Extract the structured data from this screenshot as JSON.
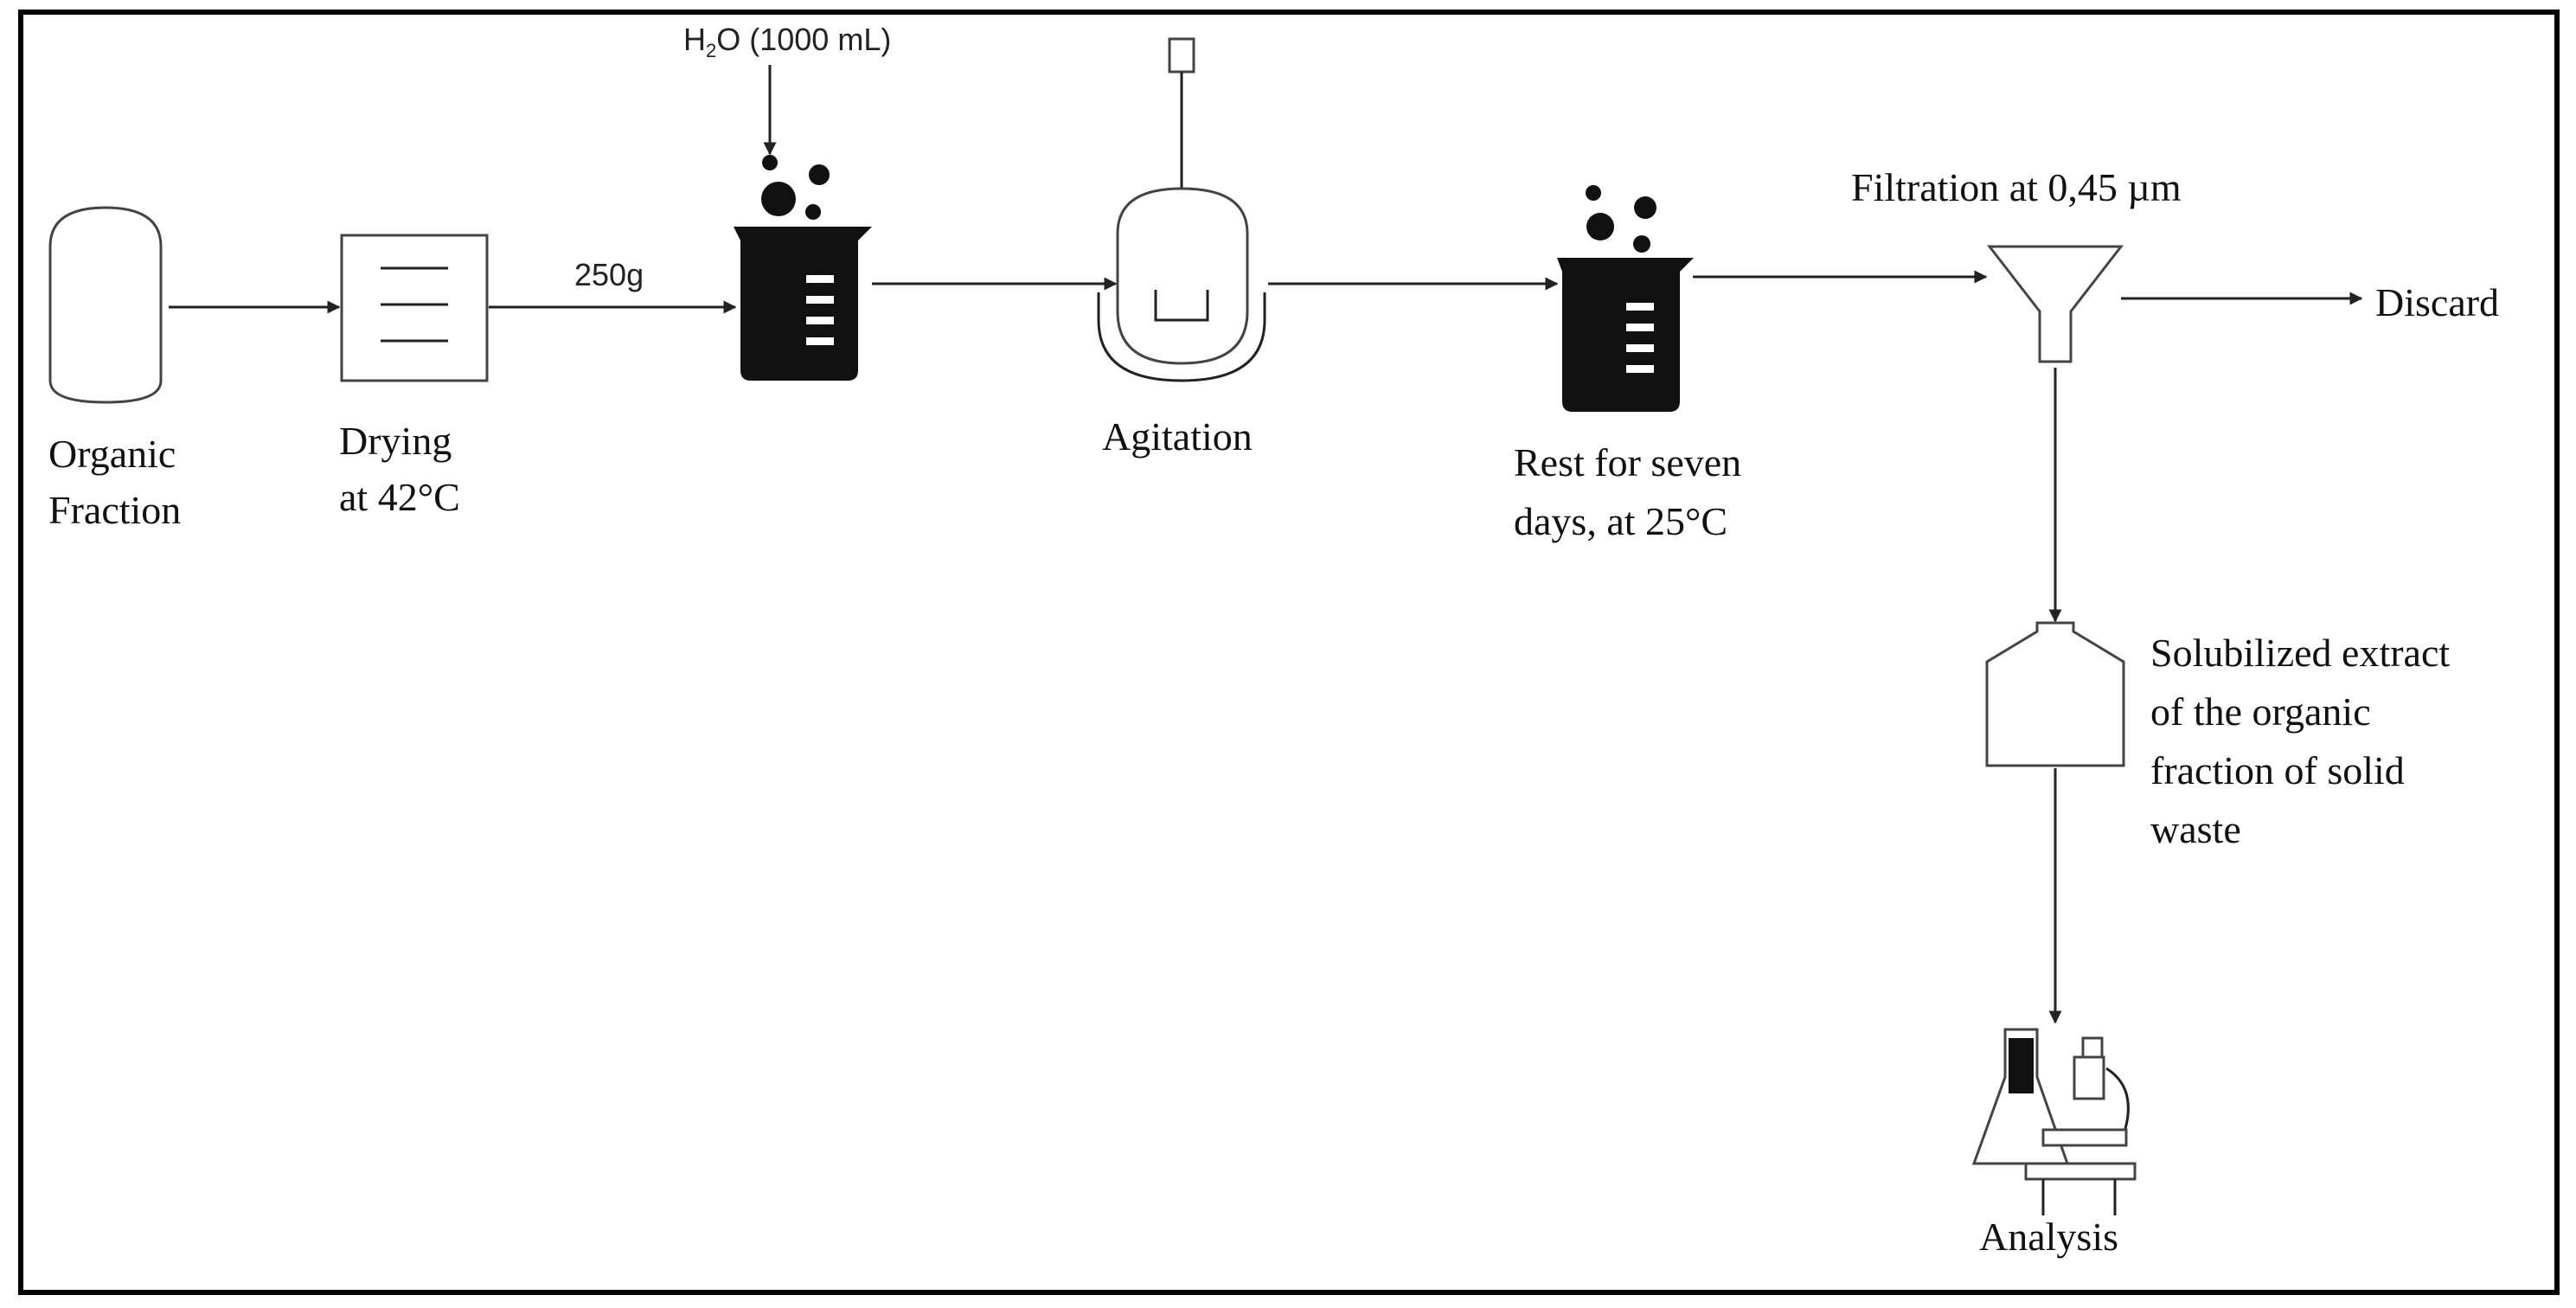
{
  "labels": {
    "organic": [
      "Organic",
      "Fraction"
    ],
    "drying": [
      "Drying",
      "at 42°C"
    ],
    "amount": "250g",
    "water": "H",
    "water_sub": "2",
    "water_rest": "O (1000 mL)",
    "agitation": "Agitation",
    "rest": [
      "Rest for seven",
      "days, at 25°C"
    ],
    "filtration": "Filtration at 0,45 µm",
    "discard": "Discard",
    "extract": [
      "Solubilized extract",
      "of the organic",
      "fraction of solid",
      "waste"
    ],
    "analysis": "Analysis"
  },
  "icons": [
    "tank-icon",
    "dryer-icon",
    "beaker-icon",
    "reactor-icon",
    "beaker-icon",
    "funnel-icon",
    "bottle-icon",
    "lab-flask-microscope-icon"
  ],
  "colors": {
    "ink": "#111111",
    "line": "#222222"
  }
}
